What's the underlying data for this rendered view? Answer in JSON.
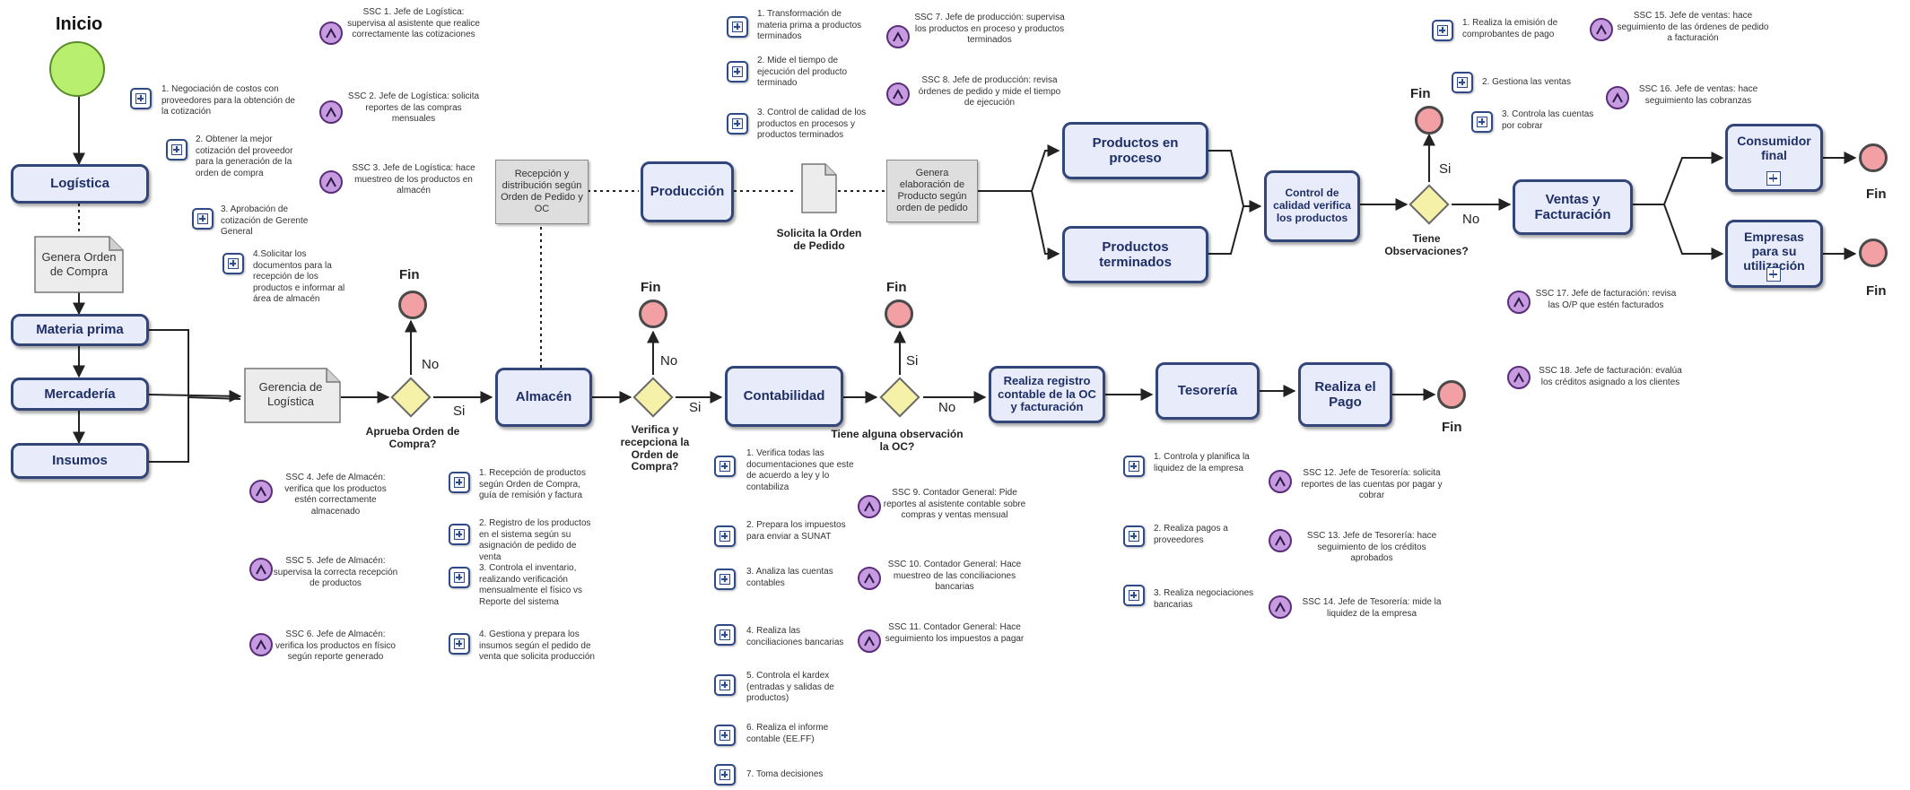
{
  "diagram": {
    "start_label": "Inicio",
    "end_label": "Fin",
    "yes_label": "Si",
    "no_label": "No",
    "tasks": {
      "logistica": "Logística",
      "materia_prima": "Materia prima",
      "mercaderia": "Mercadería",
      "insumos": "Insumos",
      "almacen": "Almacén",
      "contabilidad": "Contabilidad",
      "produccion": "Producción",
      "registro": "Realiza registro contable de la OC y facturación",
      "tesoreria": "Tesorería",
      "pago": "Realiza el Pago",
      "productos_proceso": "Productos en proceso",
      "productos_terminados": "Productos terminados",
      "control_calidad": "Control de calidad verifica los productos",
      "ventas": "Ventas y Facturación",
      "consumidor": "Consumidor final",
      "empresas": "Empresas para su utilización"
    },
    "gray_boxes": {
      "gerencia": "Gerencia de Logística",
      "recepcion": "Recepción y distribución según Orden de Pedido y OC",
      "elaboracion": "Genera elaboración de Producto según orden de pedido"
    },
    "documents": {
      "orden_compra": "Genera Orden de Compra",
      "orden_pedido": "Solicita la Orden de Pedido"
    },
    "gateways": {
      "aprueba": "Aprueba Orden de Compra?",
      "verifica": "Verifica y recepciona la Orden de Compra?",
      "observacion_oc": "Tiene alguna observación la OC?",
      "observaciones": "Tiene Observaciones?"
    },
    "logistica_steps": [
      "1. Negociación de costos con proveedores para la obtención de la cotización",
      "2. Obtener la mejor cotización del proveedor para la generación de la orden de compra",
      "3. Aprobación de cotización de Gerente General",
      "4.Solicitar los documentos para la recepción de los productos e informar al área de almacén"
    ],
    "logistica_ssc": [
      "SSC 1. Jefe de Logística: supervisa al asistente que realice correctamente las cotizaciones",
      "SSC 2. Jefe de Logística: solicita reportes de las compras mensuales",
      "SSC 3. Jefe de Logística: hace muestreo de los productos en almacén"
    ],
    "produccion_steps": [
      "1. Transformación de materia prima a productos terminados",
      "2. Mide el tiempo de ejecución del producto terminado",
      "3. Control de calidad de los productos en procesos y productos terminados"
    ],
    "produccion_ssc": [
      "SSC 7. Jefe de producción: supervisa los productos en proceso y productos terminados",
      "SSC 8. Jefe de producción: revisa órdenes de pedido y mide el tiempo de ejecución"
    ],
    "ventas_steps": [
      "1. Realiza la emisión de comprobantes de pago",
      "2. Gestiona las ventas",
      "3. Controla las cuentas por cobrar"
    ],
    "ventas_ssc": [
      "SSC 15. Jefe de ventas: hace seguimiento de las órdenes de pedido a facturación",
      "SSC 16. Jefe de ventas: hace seguimiento las cobranzas",
      "SSC 17. Jefe de facturación: revisa las O/P que estén facturados",
      "SSC 18. Jefe de facturación: evalúa los créditos asignado a los clientes"
    ],
    "almacen_ssc": [
      "SSC 4. Jefe de Almacén: verifica que los productos estén correctamente almacenado",
      "SSC 5. Jefe de Almacén: supervisa la correcta recepción de productos",
      "SSC 6. Jefe de Almacén: verifica los productos en físico según reporte generado"
    ],
    "almacen_steps": [
      "1. Recepción de productos según Orden de Compra, guía de remisión y factura",
      "2. Registro de los productos en el sistema según su asignación de pedido de venta",
      "3. Controla el inventario, realizando verificación mensualmente el físico vs Reporte del sistema",
      "4. Gestiona y prepara los insumos según el pedido de venta que solicita producción"
    ],
    "contabilidad_steps": [
      "1. Verifica todas las documentaciones que este de acuerdo a ley y lo contabiliza",
      "2. Prepara los impuestos para enviar a SUNAT",
      "3. Analiza las cuentas contables",
      "4. Realiza las conciliaciones bancarias",
      "5. Controla el kardex (entradas y salidas de productos)",
      "6. Realiza el informe contable (EE.FF)",
      "7. Toma decisiones"
    ],
    "contabilidad_ssc": [
      "SSC 9. Contador General: Pide reportes al asistente contable sobre compras y ventas mensual",
      "SSC 10. Contador General: Hace muestreo de las conciliaciones bancarias",
      "SSC 11. Contador General: Hace seguimiento los impuestos a pagar"
    ],
    "tesoreria_steps": [
      "1. Controla y planifica la liquidez de la empresa",
      "2. Realiza pagos a proveedores",
      "3. Realiza negociaciones bancarias"
    ],
    "tesoreria_ssc": [
      "SSC 12. Jefe de Tesorería: solicita reportes de las cuentas por pagar y cobrar",
      "SSC 13. Jefe de Tesorería: hace seguimiento de los créditos aprobados",
      "SSC 14. Jefe de Tesorería: mide la liquidez de la empresa"
    ],
    "colors": {
      "task_fill": "#e8ecfa",
      "task_border": "#33467a",
      "start_fill": "#b8ef6f",
      "end_fill": "#f2a0a4",
      "gateway_fill": "#f5f1a8",
      "ssc_fill": "#c79be0"
    }
  }
}
